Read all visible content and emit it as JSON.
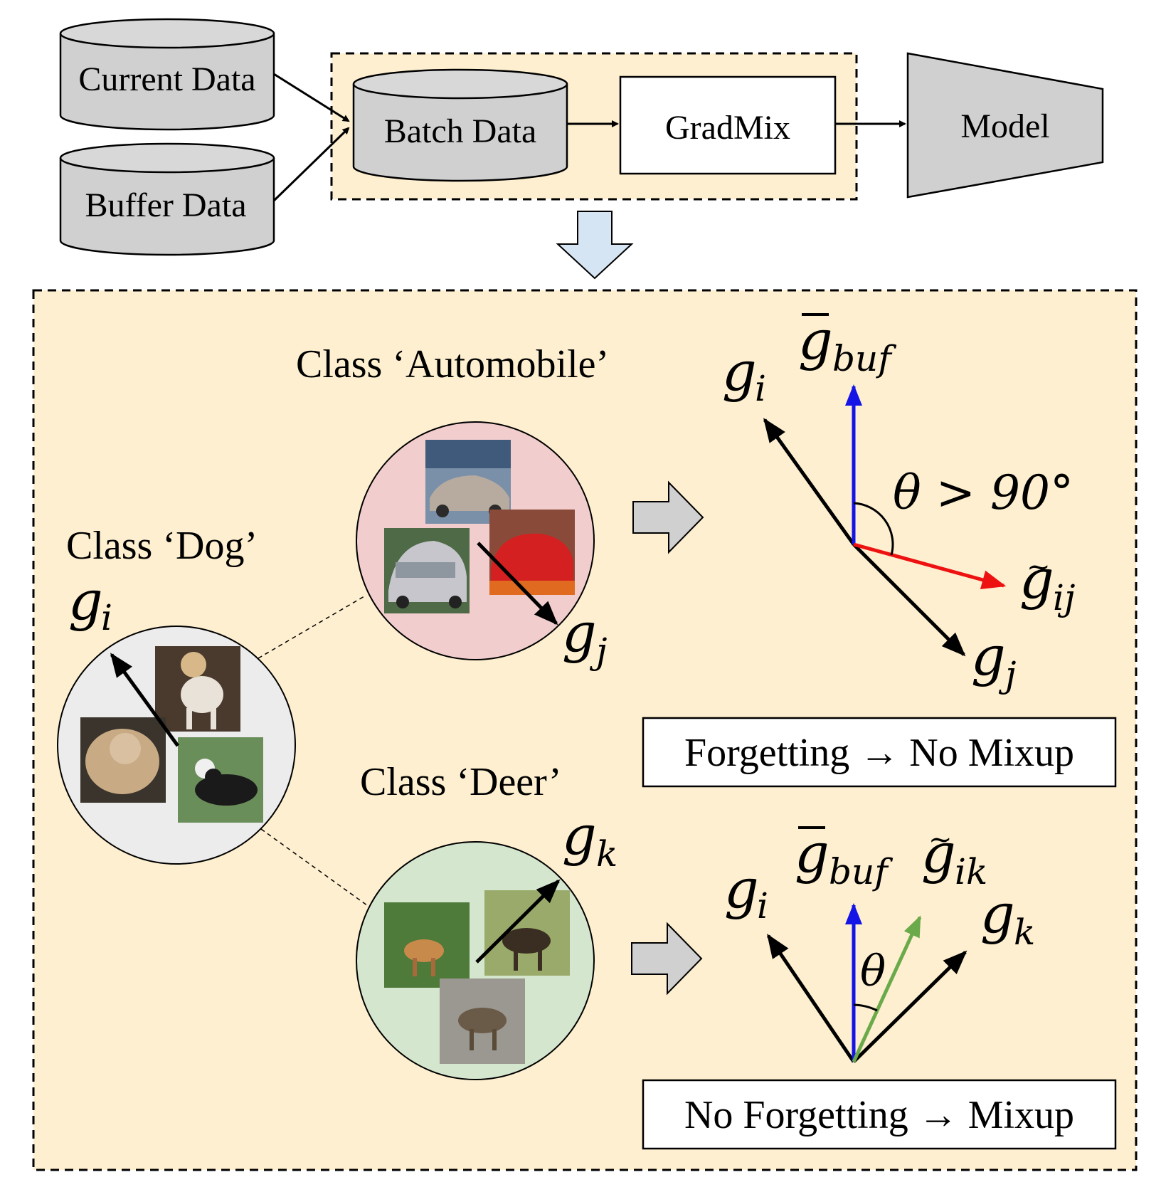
{
  "pipeline": {
    "current_data": "Current Data",
    "buffer_data": "Buffer Data",
    "batch_data": "Batch Data",
    "gradmix": "GradMix",
    "model": "Model"
  },
  "classes": {
    "automobile": "Class ‘Automobile’",
    "dog": "Class ‘Dog’",
    "deer": "Class ‘Deer’"
  },
  "gradient_labels": {
    "dog_gi": "g",
    "dog_gi_sub": "i",
    "auto_gj": "g",
    "auto_gj_sub": "j",
    "deer_gk": "g",
    "deer_gk_sub": "k"
  },
  "forgetting_case": {
    "gi": "g",
    "gi_sub": "i",
    "gbuf": "g",
    "gbuf_sub": "buf",
    "gij": "g",
    "gij_sub": "ij",
    "gj": "g",
    "gj_sub": "j",
    "angle": "θ > 90°",
    "result": "Forgetting → No Mixup"
  },
  "no_forgetting_case": {
    "gi": "g",
    "gi_sub": "i",
    "gbuf": "g",
    "gbuf_sub": "buf",
    "gik": "g",
    "gik_sub": "ik",
    "gk": "g",
    "gk_sub": "k",
    "angle": "θ",
    "result": "No Forgetting → Mixup"
  },
  "colors": {
    "panel_fill": "#fdefcf",
    "cylinder_fill": "#d0d0d0",
    "automobile_circle": "#f2cdce",
    "dog_circle": "#ececec",
    "deer_circle": "#d5e6cf",
    "buffer_vector": "#1414e6",
    "mixed_vector_forgetting": "#ee1111",
    "mixed_vector_no_forgetting": "#6aaa4a",
    "down_arrow": "#d6e5f3"
  }
}
